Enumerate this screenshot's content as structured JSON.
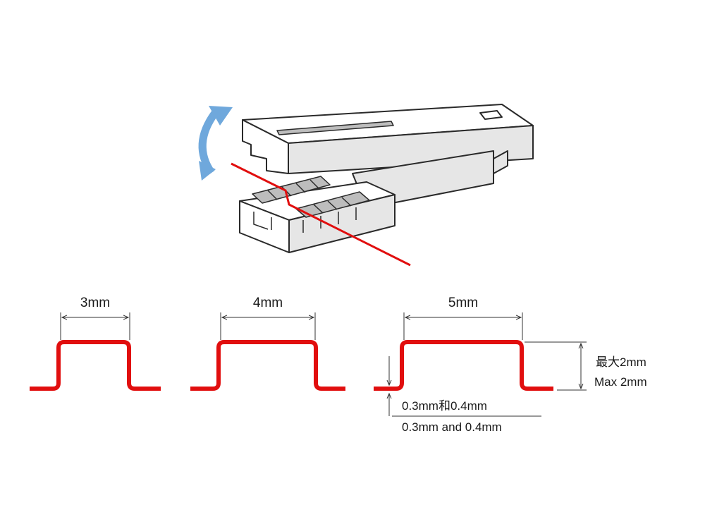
{
  "tool": {
    "arrow_color": "#6fa8dc",
    "wire_color": "#e10e0e"
  },
  "bends": [
    {
      "width_label": "3mm"
    },
    {
      "width_label": "4mm"
    },
    {
      "width_label": "5mm"
    }
  ],
  "height": {
    "label_cn": "最大2mm",
    "label_en": "Max 2mm"
  },
  "thickness": {
    "label_cn": "0.3mm和0.4mm",
    "label_en": "0.3mm and 0.4mm"
  }
}
